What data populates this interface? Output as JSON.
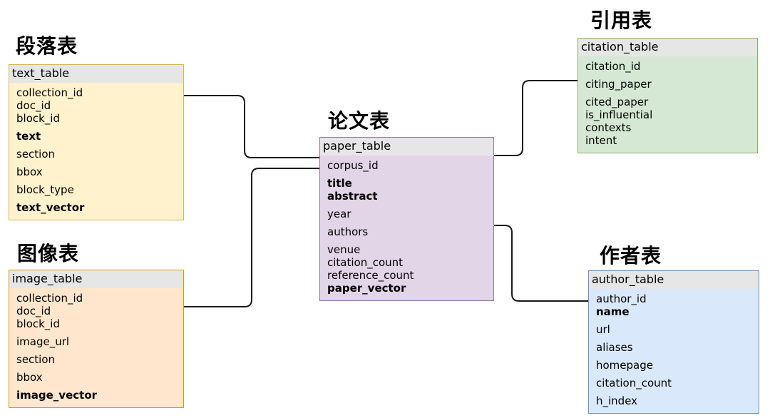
{
  "diagram": {
    "canvas_bg": "#FFFFFF",
    "header_bg": "#E6E6E6",
    "connector_color": "#1A1A1A",
    "tables": [
      {
        "id": "text_table",
        "label": "段落表",
        "name": "text_table",
        "theme": {
          "fill": "#FFF2CC",
          "border": "#D6B656"
        },
        "groups": [
          [
            {
              "text": "collection_id",
              "bold": false
            },
            {
              "text": "doc_id",
              "bold": false
            },
            {
              "text": "block_id",
              "bold": false
            }
          ],
          [
            {
              "text": "text",
              "bold": true
            }
          ],
          [
            {
              "text": "section",
              "bold": false
            }
          ],
          [
            {
              "text": "bbox",
              "bold": false
            }
          ],
          [
            {
              "text": "block_type",
              "bold": false
            }
          ],
          [
            {
              "text": "text_vector",
              "bold": true
            }
          ]
        ]
      },
      {
        "id": "image_table",
        "label": "图像表",
        "name": "image_table",
        "theme": {
          "fill": "#FFE6CC",
          "border": "#D79B00"
        },
        "groups": [
          [
            {
              "text": "collection_id",
              "bold": false
            },
            {
              "text": "doc_id",
              "bold": false
            },
            {
              "text": "block_id",
              "bold": false
            }
          ],
          [
            {
              "text": "image_url",
              "bold": false
            }
          ],
          [
            {
              "text": "section",
              "bold": false
            }
          ],
          [
            {
              "text": "bbox",
              "bold": false
            }
          ],
          [
            {
              "text": "image_vector",
              "bold": true
            }
          ]
        ]
      },
      {
        "id": "paper_table",
        "label": "论文表",
        "name": "paper_table",
        "theme": {
          "fill": "#E1D5E7",
          "border": "#9673A6"
        },
        "groups": [
          [
            {
              "text": "corpus_id",
              "bold": false
            }
          ],
          [
            {
              "text": "title",
              "bold": true
            },
            {
              "text": "abstract",
              "bold": true
            }
          ],
          [
            {
              "text": "year",
              "bold": false
            }
          ],
          [
            {
              "text": "authors",
              "bold": false
            }
          ],
          [
            {
              "text": "venue",
              "bold": false
            },
            {
              "text": "citation_count",
              "bold": false
            },
            {
              "text": "reference_count",
              "bold": false
            },
            {
              "text": "paper_vector",
              "bold": true
            }
          ]
        ]
      },
      {
        "id": "citation_table",
        "label": "引用表",
        "name": "citation_table",
        "theme": {
          "fill": "#D5E8D4",
          "border": "#82B366"
        },
        "groups": [
          [
            {
              "text": "citation_id",
              "bold": false
            }
          ],
          [
            {
              "text": "citing_paper",
              "bold": false
            }
          ],
          [
            {
              "text": "cited_paper",
              "bold": false
            },
            {
              "text": "is_influential",
              "bold": false
            },
            {
              "text": "contexts",
              "bold": false
            },
            {
              "text": "intent",
              "bold": false
            }
          ]
        ]
      },
      {
        "id": "author_table",
        "label": "作者表",
        "name": "author_table",
        "theme": {
          "fill": "#DAE8FC",
          "border": "#6C8EBF"
        },
        "groups": [
          [
            {
              "text": "author_id",
              "bold": false
            },
            {
              "text": "name",
              "bold": true
            }
          ],
          [
            {
              "text": "url",
              "bold": false
            }
          ],
          [
            {
              "text": "aliases",
              "bold": false
            }
          ],
          [
            {
              "text": "homepage",
              "bold": false
            }
          ],
          [
            {
              "text": "citation_count",
              "bold": false
            }
          ],
          [
            {
              "text": "h_index",
              "bold": false
            }
          ]
        ]
      }
    ],
    "connections": [
      {
        "from": "text_table",
        "to": "paper_table"
      },
      {
        "from": "image_table",
        "to": "paper_table"
      },
      {
        "from": "paper_table",
        "to": "citation_table"
      },
      {
        "from": "paper_table",
        "to": "author_table"
      }
    ]
  }
}
